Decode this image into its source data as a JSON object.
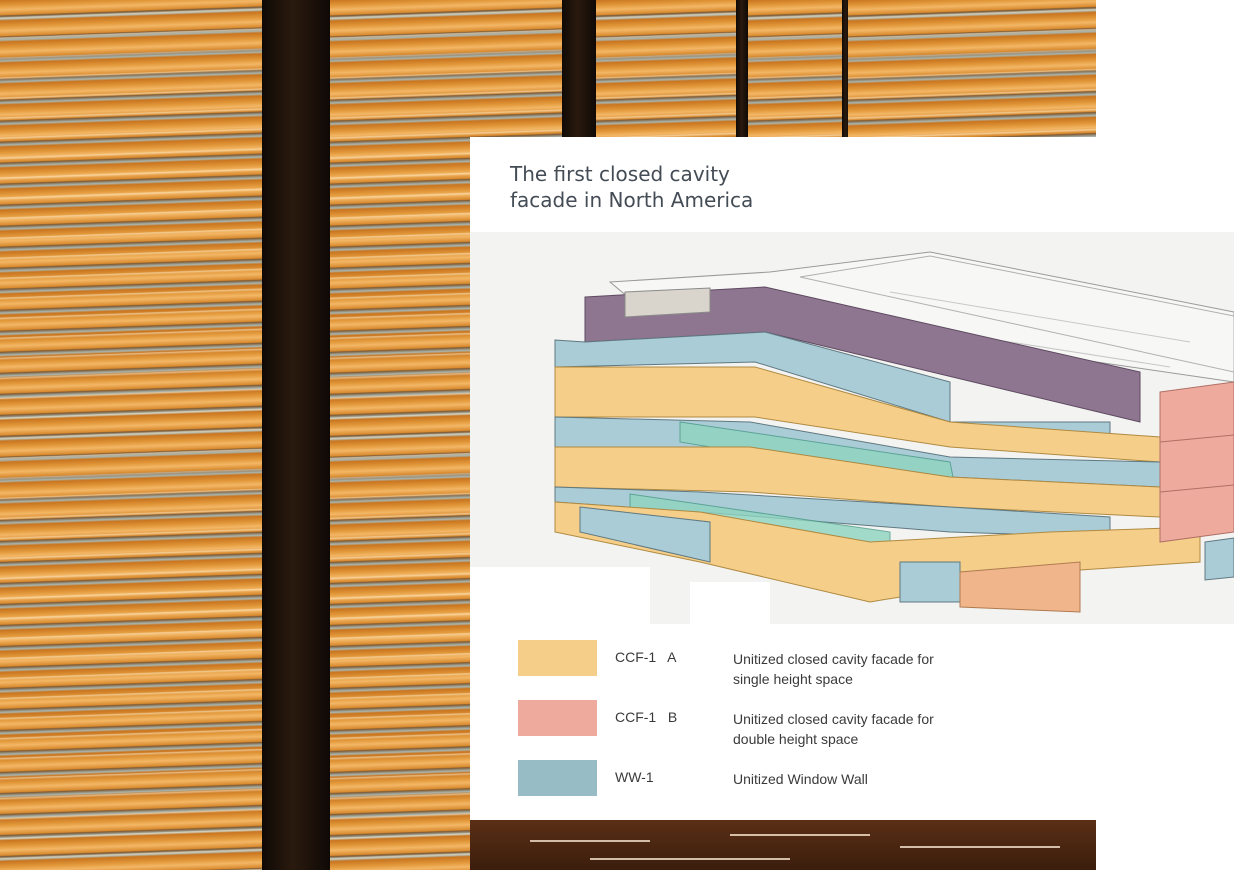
{
  "card": {
    "title_line1": "The first closed cavity",
    "title_line2": "facade in North America"
  },
  "legend": {
    "items": [
      {
        "code": "CCF-1   A",
        "desc_line1": "Unitized closed cavity facade for",
        "desc_line2": "single height space",
        "color": "#f5cf8a"
      },
      {
        "code": "CCF-1   B",
        "desc_line1": "Unitized closed cavity facade for",
        "desc_line2": "double height space",
        "color": "#eeaa9c"
      },
      {
        "code": "WW-1",
        "desc_line1": "Unitized Window Wall",
        "desc_line2": "",
        "color": "#97bcc6"
      }
    ]
  },
  "colors": {
    "ccf_a": "#f5cf8a",
    "ccf_b": "#eeaa9c",
    "ww": "#a9ccd6",
    "roof_screen": "#8e7590",
    "blinds": "#e39a3c"
  },
  "icons": {
    "background": "window-blinds-photo",
    "diagram": "building-facade-axonometric"
  }
}
